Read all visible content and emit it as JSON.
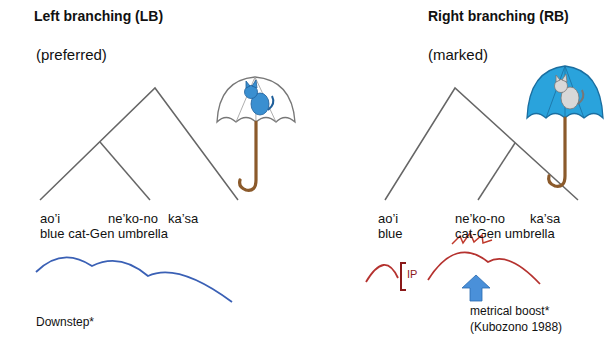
{
  "diagram": {
    "labels": [
      "Left branching (LB)",
      "(preferred)",
      "ao’i",
      "ne’ko-no",
      "ka’sa",
      "blue cat-Gen umbrella",
      "Downstep*",
      "Right branching (RB)",
      "(marked)",
      "ao’i",
      "ne’ko-no",
      "ka’sa",
      "blue",
      "cat-Gen umbrella",
      "IP",
      "metrical boost*",
      "(Kubozono 1988)"
    ]
  }
}
